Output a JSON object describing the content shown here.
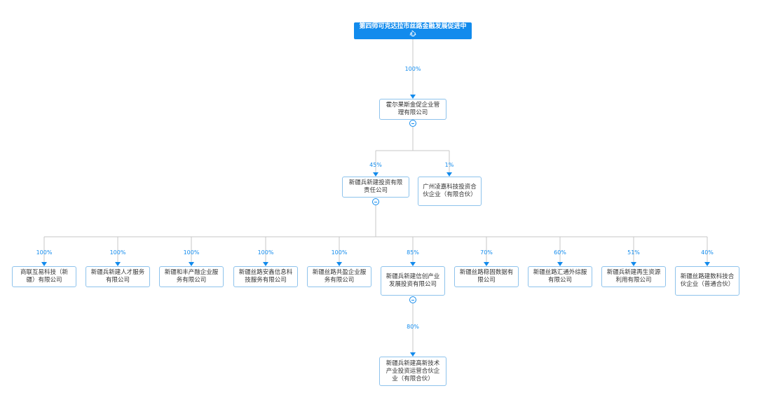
{
  "root": {
    "name": "第四师可克达拉市丝路金融发展促进中心"
  },
  "level1": {
    "name": "霍尔果斯金促企业管理有限公司",
    "percent": "100%"
  },
  "level2": [
    {
      "name": "新疆兵新建投资有限责任公司",
      "percent": "45%"
    },
    {
      "name": "广州凌嘉科技投资合伙企业（有限合伙）",
      "percent": "1%"
    }
  ],
  "level3": [
    {
      "name": "商联互易科技（新疆）有限公司",
      "percent": "100%"
    },
    {
      "name": "新疆兵新建人才服务有限公司",
      "percent": "100%"
    },
    {
      "name": "新疆和丰产融企业服务有限公司",
      "percent": "100%"
    },
    {
      "name": "新疆丝路安鑫信息科技服务有限公司",
      "percent": "100%"
    },
    {
      "name": "新疆丝路共盈企业服务有限公司",
      "percent": "100%"
    },
    {
      "name": "新疆兵新建信创产业发展投资有限公司",
      "percent": "85%"
    },
    {
      "name": "新疆丝路稳固数据有限公司",
      "percent": "70%"
    },
    {
      "name": "新疆丝路汇通外综服有限公司",
      "percent": "60%"
    },
    {
      "name": "新疆兵新建再生资源利用有限公司",
      "percent": "51%"
    },
    {
      "name": "新疆丝路建数科技合伙企业（普通合伙）",
      "percent": "40%"
    }
  ],
  "level4": {
    "name": "新疆兵新建高新技术产业投资运营合伙企业（有限合伙）",
    "percent": "80%"
  },
  "colors": {
    "primary": "#128bed",
    "border": "#8ec3ec",
    "edge": "#c7c7c7"
  }
}
